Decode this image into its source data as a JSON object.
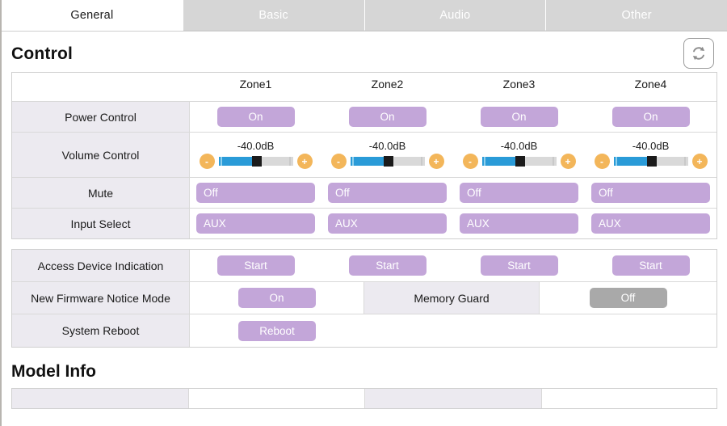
{
  "tabs": [
    {
      "label": "General",
      "active": true
    },
    {
      "label": "Basic",
      "active": false
    },
    {
      "label": "Audio",
      "active": false
    },
    {
      "label": "Other",
      "active": false
    }
  ],
  "control": {
    "title": "Control",
    "refresh_icon": "refresh-icon",
    "zones": [
      "Zone1",
      "Zone2",
      "Zone3",
      "Zone4"
    ],
    "rows": [
      {
        "label": "Power Control",
        "type": "button",
        "values": [
          "On",
          "On",
          "On",
          "On"
        ]
      },
      {
        "label": "Volume Control",
        "type": "slider",
        "values": [
          "-40.0dB",
          "-40.0dB",
          "-40.0dB",
          "-40.0dB"
        ],
        "minus_label": "-",
        "plus_label": "+",
        "fill_percent": 45,
        "thumb_percent": 45
      },
      {
        "label": "Mute",
        "type": "select",
        "values": [
          "Off",
          "Off",
          "Off",
          "Off"
        ]
      },
      {
        "label": "Input Select",
        "type": "select",
        "values": [
          "AUX",
          "AUX",
          "AUX",
          "AUX"
        ]
      }
    ]
  },
  "device": {
    "access_row": {
      "label": "Access Device Indication",
      "values": [
        "Start",
        "Start",
        "Start",
        "Start"
      ]
    },
    "firmware_row": {
      "label": "New Firmware Notice Mode",
      "value": "On",
      "second_label": "Memory Guard",
      "second_value": "Off"
    },
    "reboot_row": {
      "label": "System Reboot",
      "value": "Reboot"
    }
  },
  "model_info": {
    "title": "Model Info"
  },
  "colors": {
    "accent_purple": "#c3a6d9",
    "gray_button": "#a9a9a9",
    "slider_blue": "#2a9bd8",
    "slider_orange": "#f3b65a",
    "label_bg": "#eceaf0",
    "tab_inactive": "#d6d6d6"
  }
}
